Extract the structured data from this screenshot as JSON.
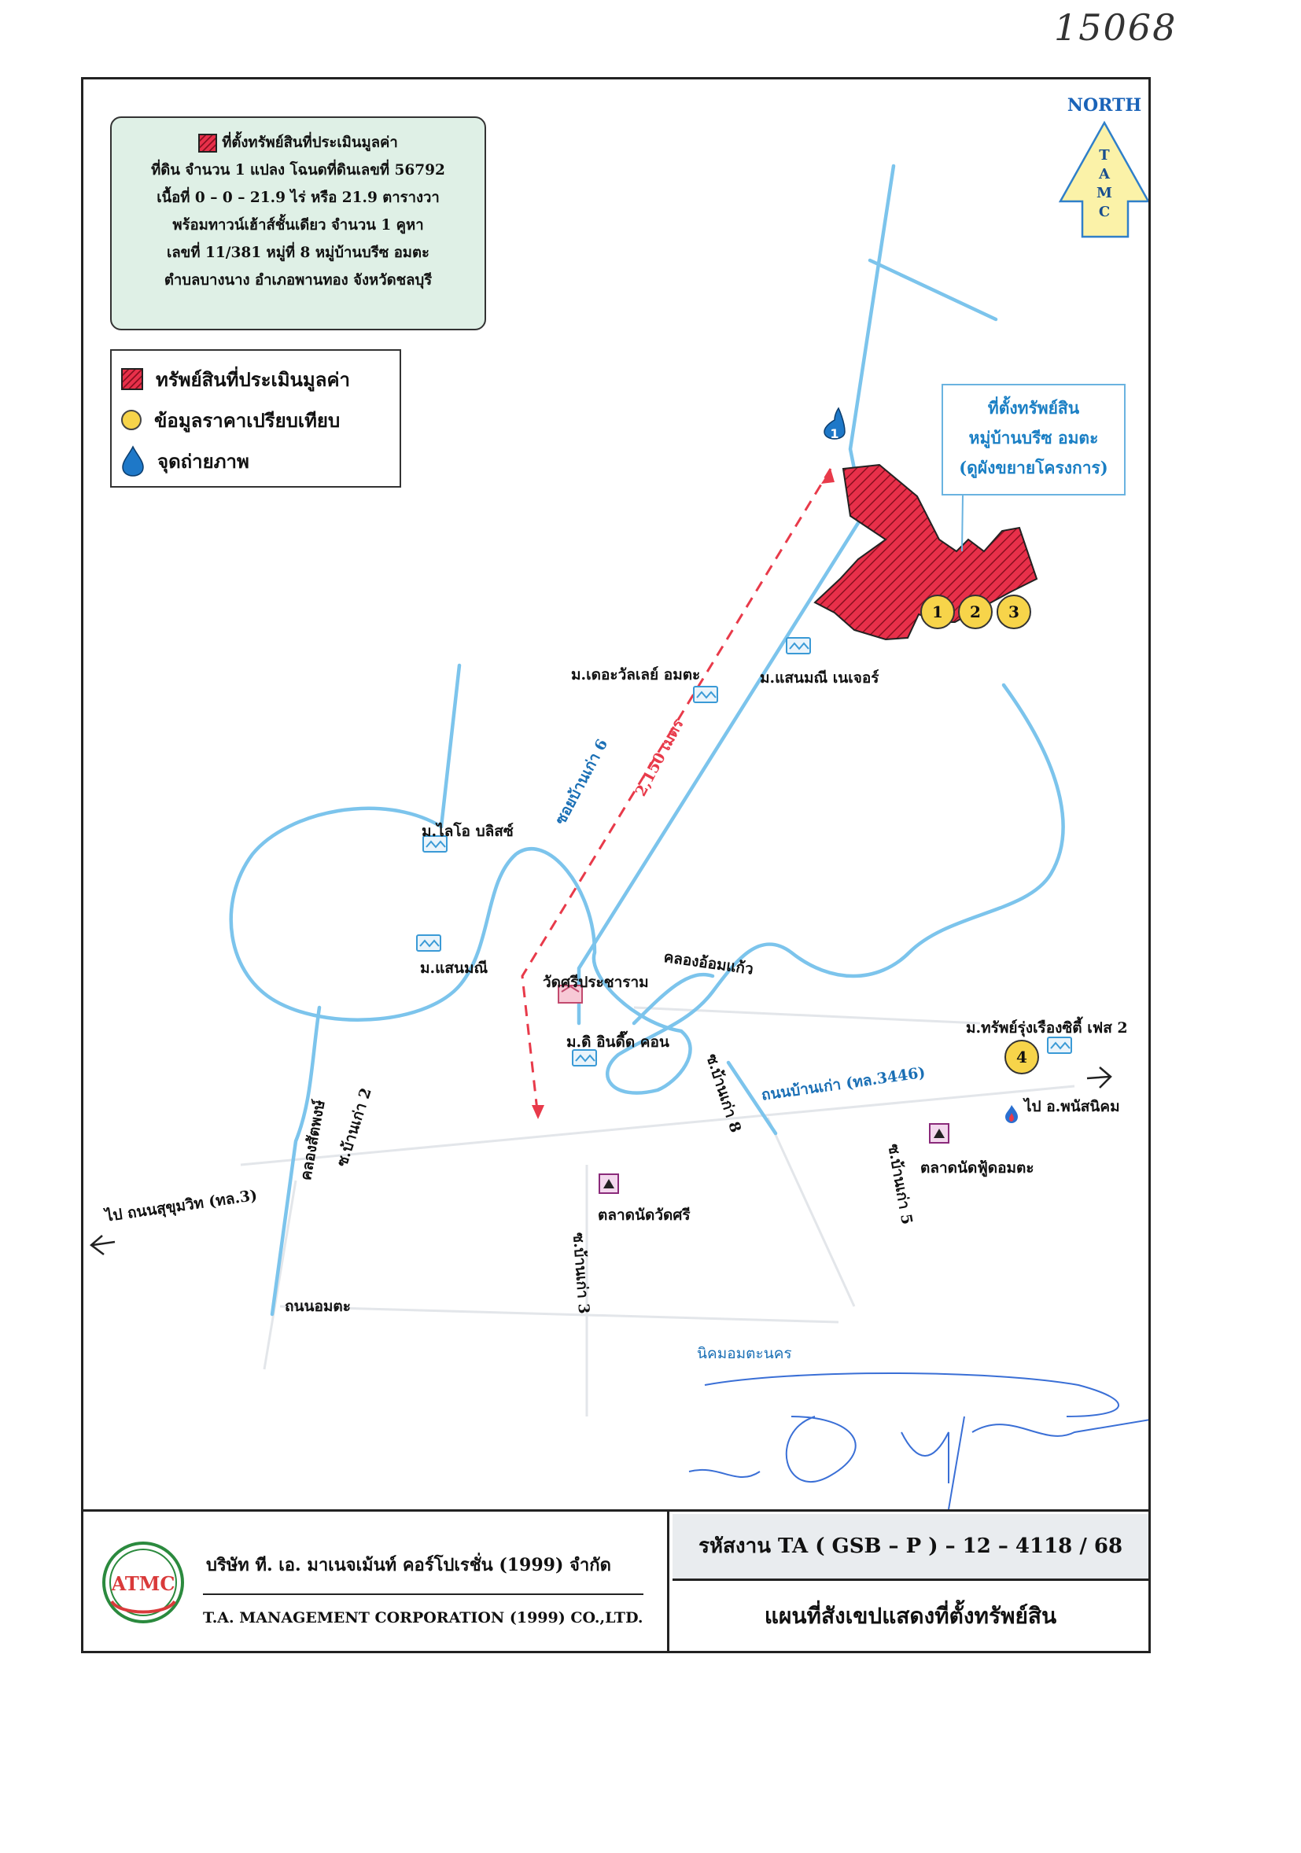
{
  "handwritten_number": "15068",
  "north_arrow": {
    "label": "NORTH",
    "letters": [
      "T",
      "A",
      "M",
      "C"
    ]
  },
  "info_box": {
    "title": "ที่ตั้งทรัพย์สินที่ประเมินมูลค่า",
    "lines": [
      "ที่ดิน  จำนวน  1 แปลง  โฉนดที่ดินเลขที่ 56792",
      "เนื้อที่  0 – 0 – 21.9 ไร่  หรือ 21.9  ตารางวา",
      "พร้อมทาวน์เฮ้าส์ชั้นเดียว จำนวน 1 คูหา",
      "เลขที่  11/381 หมู่ที่ 8 หมู่บ้านบรีซ อมตะ",
      "ตำบลบางนาง อำเภอพานทอง จังหวัดชลบุรี"
    ]
  },
  "legend": [
    {
      "icon": "hatched-square-icon",
      "label": "ทรัพย์สินที่ประเมินมูลค่า"
    },
    {
      "icon": "yellow-circle-icon",
      "label": "ข้อมูลราคาเปรียบเทียบ"
    },
    {
      "icon": "blue-drop-icon",
      "label": "จุดถ่ายภาพ"
    }
  ],
  "callout": {
    "lines": [
      "ที่ตั้งทรัพย์สิน",
      "หมู่บ้านบรีซ อมตะ",
      "(ดูผังขยายโครงการ)"
    ]
  },
  "photo_point": "1",
  "comparables": [
    "1",
    "2",
    "3",
    "4"
  ],
  "places": {
    "the_valley": "ม.เดอะวัลเลย์ อมตะ",
    "sanmanee_nature": "ม.แสนมณี เนเจอร์",
    "lio_bliss": "ม.ไลโอ บลิสซ์",
    "sanmanee": "ม.แสนมณี",
    "wat_sri": "วัดศรีประชาราม",
    "the_indeed": "ม.ดิ อินดี๊ด คอน",
    "sap_rung_rueang": "ม.ทรัพย์รุ่งเรืองซิตี้ เฟส 2",
    "market_wat_sri": "ตลาดนัดวัดศรี",
    "market_amata": "ตลาดนัดฟู้ดอมตะ",
    "amata_nakorn": "นิคมอมตะนคร"
  },
  "roads": {
    "soi_6": "ซอยบ้านเก่า 6",
    "distance": "2,150 เมตร",
    "khlong_om": "คลองอ้อมแก้ว",
    "khlong_sat": "คลองสัตพงษ์",
    "soi_2": "ซ.บ้านเก่า 2",
    "soi_8": "ซ.บ้านเก่า 8",
    "soi_3": "ซ.บ้านเก่า 3",
    "soi_5": "ซ.บ้านเก่า 5",
    "main_road": "ถนนบ้านเก่า (ทล.3446)",
    "to_panat": "ไป อ.พนัสนิคม",
    "to_sukhumvit": "ไป ถนนสุขุมวิท (ทล.3)",
    "amata_road": "ถนนอมตะ"
  },
  "footer": {
    "company_thai": "บริษัท  ที. เอ. มาเนจเม้นท์ คอร์โปเรชั่น (1999)  จำกัด",
    "company_en": "T.A. MANAGEMENT CORPORATION (1999) CO.,LTD.",
    "logo_text": "ATMC",
    "report_code": "รหัสงาน  TA ( GSB – P ) – 12 – 4118 / 68",
    "report_title": "แผนที่สังเขปแสดงที่ตั้งทรัพย์สิน"
  },
  "colors": {
    "road": "#7cc4ec",
    "property_fill": "#e8304a",
    "comparable": "#f7d44a",
    "route": "#e83a4a",
    "marker": "#1e78c8"
  }
}
